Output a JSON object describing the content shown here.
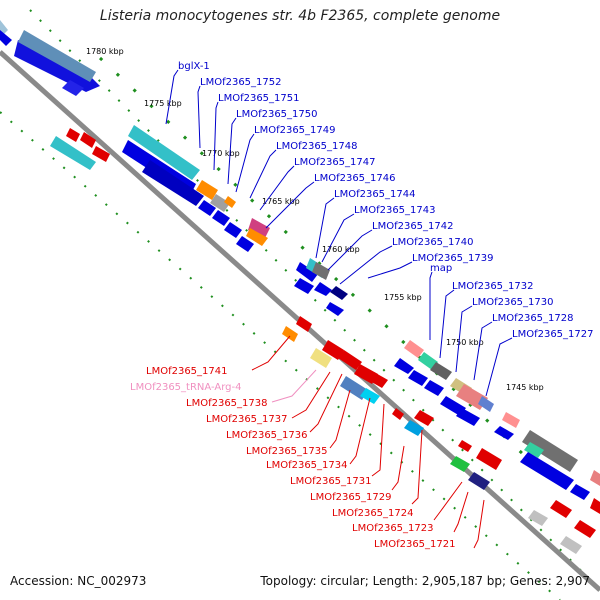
{
  "title": "Listeria monocytogenes str. 4b F2365, complete genome",
  "footer": {
    "accession": "Accession: NC_002973",
    "stats": "Topology: circular; Length: 2,905,187 bp; Genes: 2,907"
  },
  "colors": {
    "forward_label": "#0000cc",
    "reverse_label": "#e00000",
    "rna_label": "#f090c0",
    "backbone": "#808080",
    "tick": "#1f8f1f"
  },
  "scale_labels": [
    "1780 kbp",
    "1775 kbp",
    "1770 kbp",
    "1765 kbp",
    "1760 kbp",
    "1755 kbp",
    "1750 kbp",
    "1745 kbp"
  ],
  "forward_labels": [
    "bglX-1",
    "LMOf2365_1752",
    "LMOf2365_1751",
    "LMOf2365_1750",
    "LMOf2365_1749",
    "LMOf2365_1748",
    "LMOf2365_1747",
    "LMOf2365_1746",
    "LMOf2365_1744",
    "LMOf2365_1743",
    "LMOf2365_1742",
    "LMOf2365_1740",
    "LMOf2365_1739",
    "map",
    "LMOf2365_1732",
    "LMOf2365_1730",
    "LMOf2365_1728",
    "LMOf2365_1727"
  ],
  "reverse_labels": [
    "LMOf2365_1741",
    "LMOf2365_tRNA-Arg-4",
    "LMOf2365_1738",
    "LMOf2365_1737",
    "LMOf2365_1736",
    "LMOf2365_1735",
    "LMOf2365_1734",
    "LMOf2365_1731",
    "LMOf2365_1729",
    "LMOf2365_1724",
    "LMOf2365_1723",
    "LMOf2365_1721"
  ]
}
